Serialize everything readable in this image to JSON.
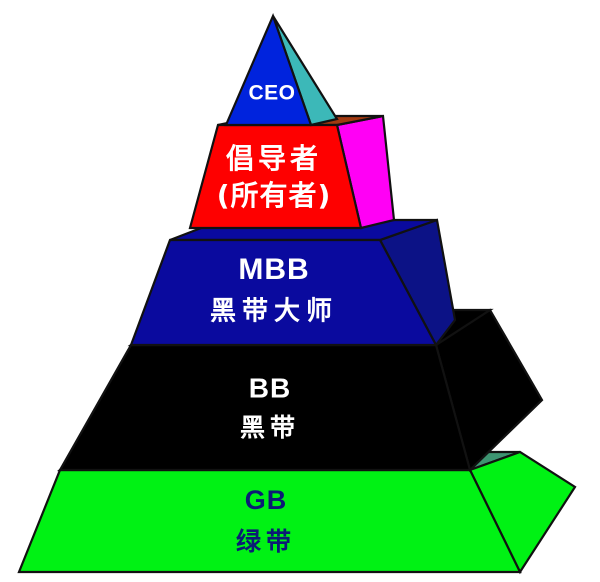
{
  "diagram": {
    "type": "3d-pyramid-hierarchy",
    "background_color": "#ffffff",
    "outline_color": "#111111",
    "tiers": [
      {
        "id": "ceo",
        "latin_label": "CEO",
        "cjk_label": "",
        "front_color": "#0023dd",
        "side_color": "#3cb8b8",
        "top_color": "",
        "text_color": "#ffffff",
        "latin_font_size": 21,
        "cjk_font_size": 0
      },
      {
        "id": "champion",
        "latin_label": "",
        "cjk_label": "倡导者",
        "cjk_label_2": "(所有者)",
        "front_color": "#fe0000",
        "side_color": "#ff00f5",
        "top_color": "#a23a11",
        "text_color": "#ffffff",
        "latin_font_size": 0,
        "cjk_font_size": 28
      },
      {
        "id": "mbb",
        "latin_label": "MBB",
        "cjk_label": "黑带大师",
        "front_color": "#0a0a9e",
        "side_color": "#0c1286",
        "top_color": "#0a0a9e",
        "text_color": "#ffffff",
        "latin_font_size": 30,
        "cjk_font_size": 26
      },
      {
        "id": "bb",
        "latin_label": "BB",
        "cjk_label": "黑带",
        "front_color": "#000000",
        "side_color": "#000000",
        "top_color": "#000000",
        "text_color": "#ffffff",
        "latin_font_size": 28,
        "cjk_font_size": 25
      },
      {
        "id": "gb",
        "latin_label": "GB",
        "cjk_label": "绿带",
        "front_color": "#00f214",
        "side_color": "#00f214",
        "top_color": "#3d9471",
        "text_color": "#0b1b75",
        "latin_font_size": 27,
        "cjk_font_size": 25
      }
    ]
  }
}
